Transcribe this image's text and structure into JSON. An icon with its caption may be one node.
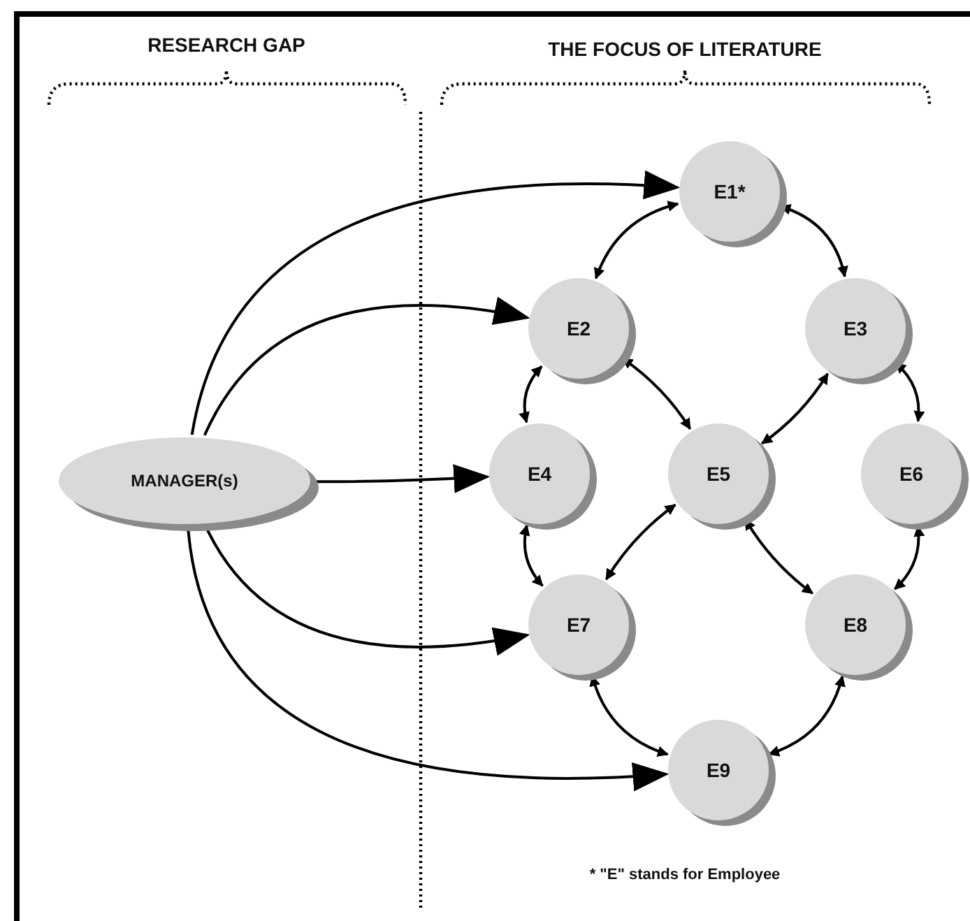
{
  "diagram": {
    "nodes": [
      {
        "text": [
          "MANAGER(s)"
        ]
      },
      {
        "text": [
          "E1*"
        ]
      },
      {
        "text": [
          "E2"
        ]
      },
      {
        "text": [
          "E3"
        ]
      },
      {
        "text": [
          "E4"
        ]
      },
      {
        "text": [
          "E5"
        ]
      },
      {
        "text": [
          "E6"
        ]
      },
      {
        "text": [
          "E7"
        ]
      },
      {
        "text": [
          "E8"
        ]
      },
      {
        "text": [
          "E9"
        ]
      }
    ],
    "edges": [
      {
        "from": 0,
        "to": 1,
        "arrow": "to"
      },
      {
        "from": 0,
        "to": 2,
        "arrow": "to"
      },
      {
        "from": 0,
        "to": 4,
        "arrow": "to"
      },
      {
        "from": 0,
        "to": 7,
        "arrow": "to"
      },
      {
        "from": 0,
        "to": 9,
        "arrow": "to"
      },
      {
        "from": 1,
        "to": 2,
        "arrow": "both"
      },
      {
        "from": 1,
        "to": 3,
        "arrow": "both"
      },
      {
        "from": 2,
        "to": 4,
        "arrow": "both"
      },
      {
        "from": 2,
        "to": 5,
        "arrow": "both"
      },
      {
        "from": 3,
        "to": 5,
        "arrow": "both"
      },
      {
        "from": 3,
        "to": 6,
        "arrow": "both"
      },
      {
        "from": 4,
        "to": 7,
        "arrow": "both"
      },
      {
        "from": 5,
        "to": 7,
        "arrow": "both"
      },
      {
        "from": 5,
        "to": 8,
        "arrow": "both"
      },
      {
        "from": 6,
        "to": 8,
        "arrow": "both"
      },
      {
        "from": 7,
        "to": 9,
        "arrow": "both"
      },
      {
        "from": 8,
        "to": 9,
        "arrow": "both"
      }
    ],
    "labels": [
      "RESEARCH GAP",
      "THE FOCUS OF LITERATURE",
      "* \"E\" stands for Employee"
    ]
  }
}
